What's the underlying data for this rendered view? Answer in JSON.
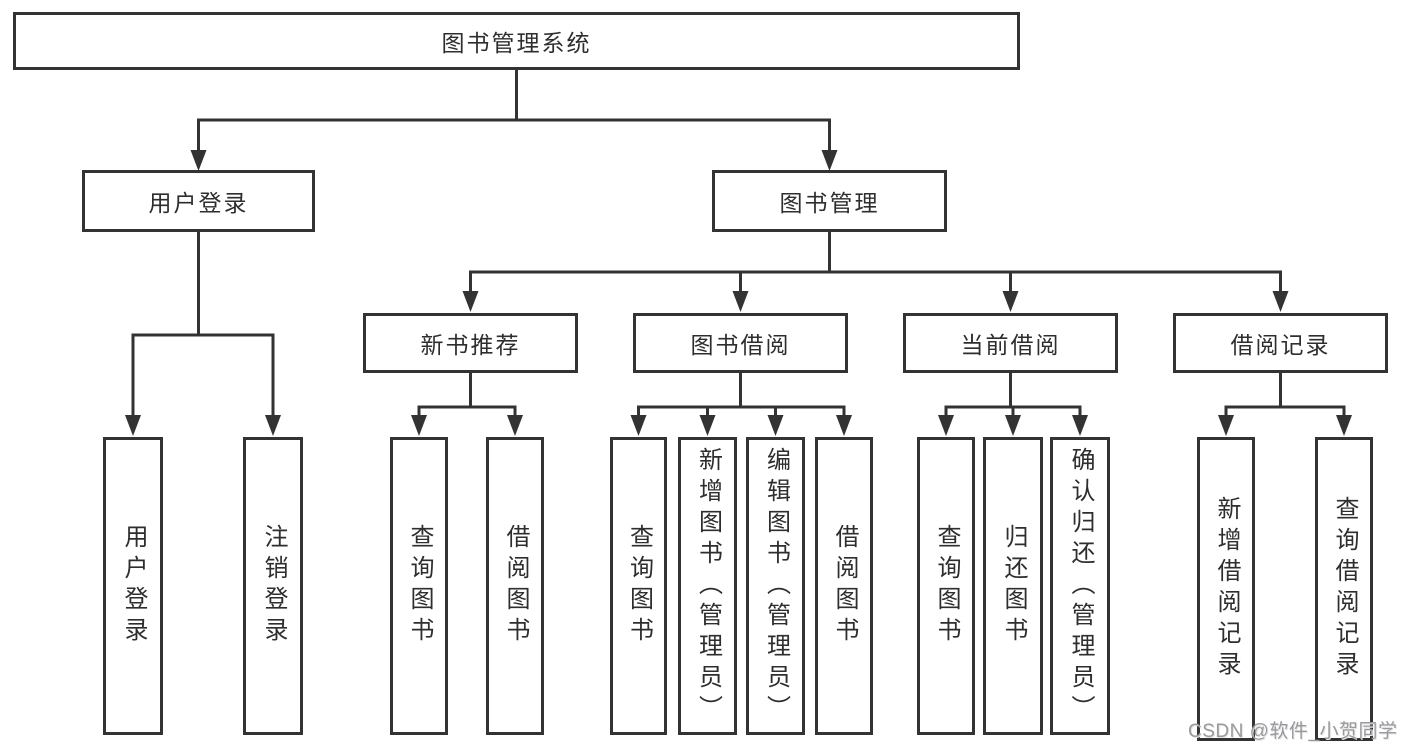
{
  "diagram": {
    "root": {
      "label": "图书管理系统"
    },
    "branches": [
      {
        "label": "用户登录",
        "children": [
          {
            "label": "用户登录"
          },
          {
            "label": "注销登录"
          }
        ]
      },
      {
        "label": "图书管理",
        "sections": [
          {
            "label": "新书推荐",
            "children": [
              {
                "label": "查询图书"
              },
              {
                "label": "借阅图书"
              }
            ]
          },
          {
            "label": "图书借阅",
            "children": [
              {
                "label": "查询图书"
              },
              {
                "label": "新增图书（管理员）"
              },
              {
                "label": "编辑图书（管理员）"
              },
              {
                "label": "借阅图书"
              }
            ]
          },
          {
            "label": "当前借阅",
            "children": [
              {
                "label": "查询图书"
              },
              {
                "label": "归还图书"
              },
              {
                "label": "确认归还（管理员）"
              }
            ]
          },
          {
            "label": "借阅记录",
            "children": [
              {
                "label": "新增借阅记录"
              },
              {
                "label": "查询借阅记录"
              }
            ]
          }
        ]
      }
    ]
  },
  "watermark": {
    "text": "CSDN @软件_小贺同学"
  },
  "colors": {
    "line": "#333333",
    "text": "#2e2e2e",
    "watermark": "#9a9a9e",
    "background": "#ffffff"
  }
}
